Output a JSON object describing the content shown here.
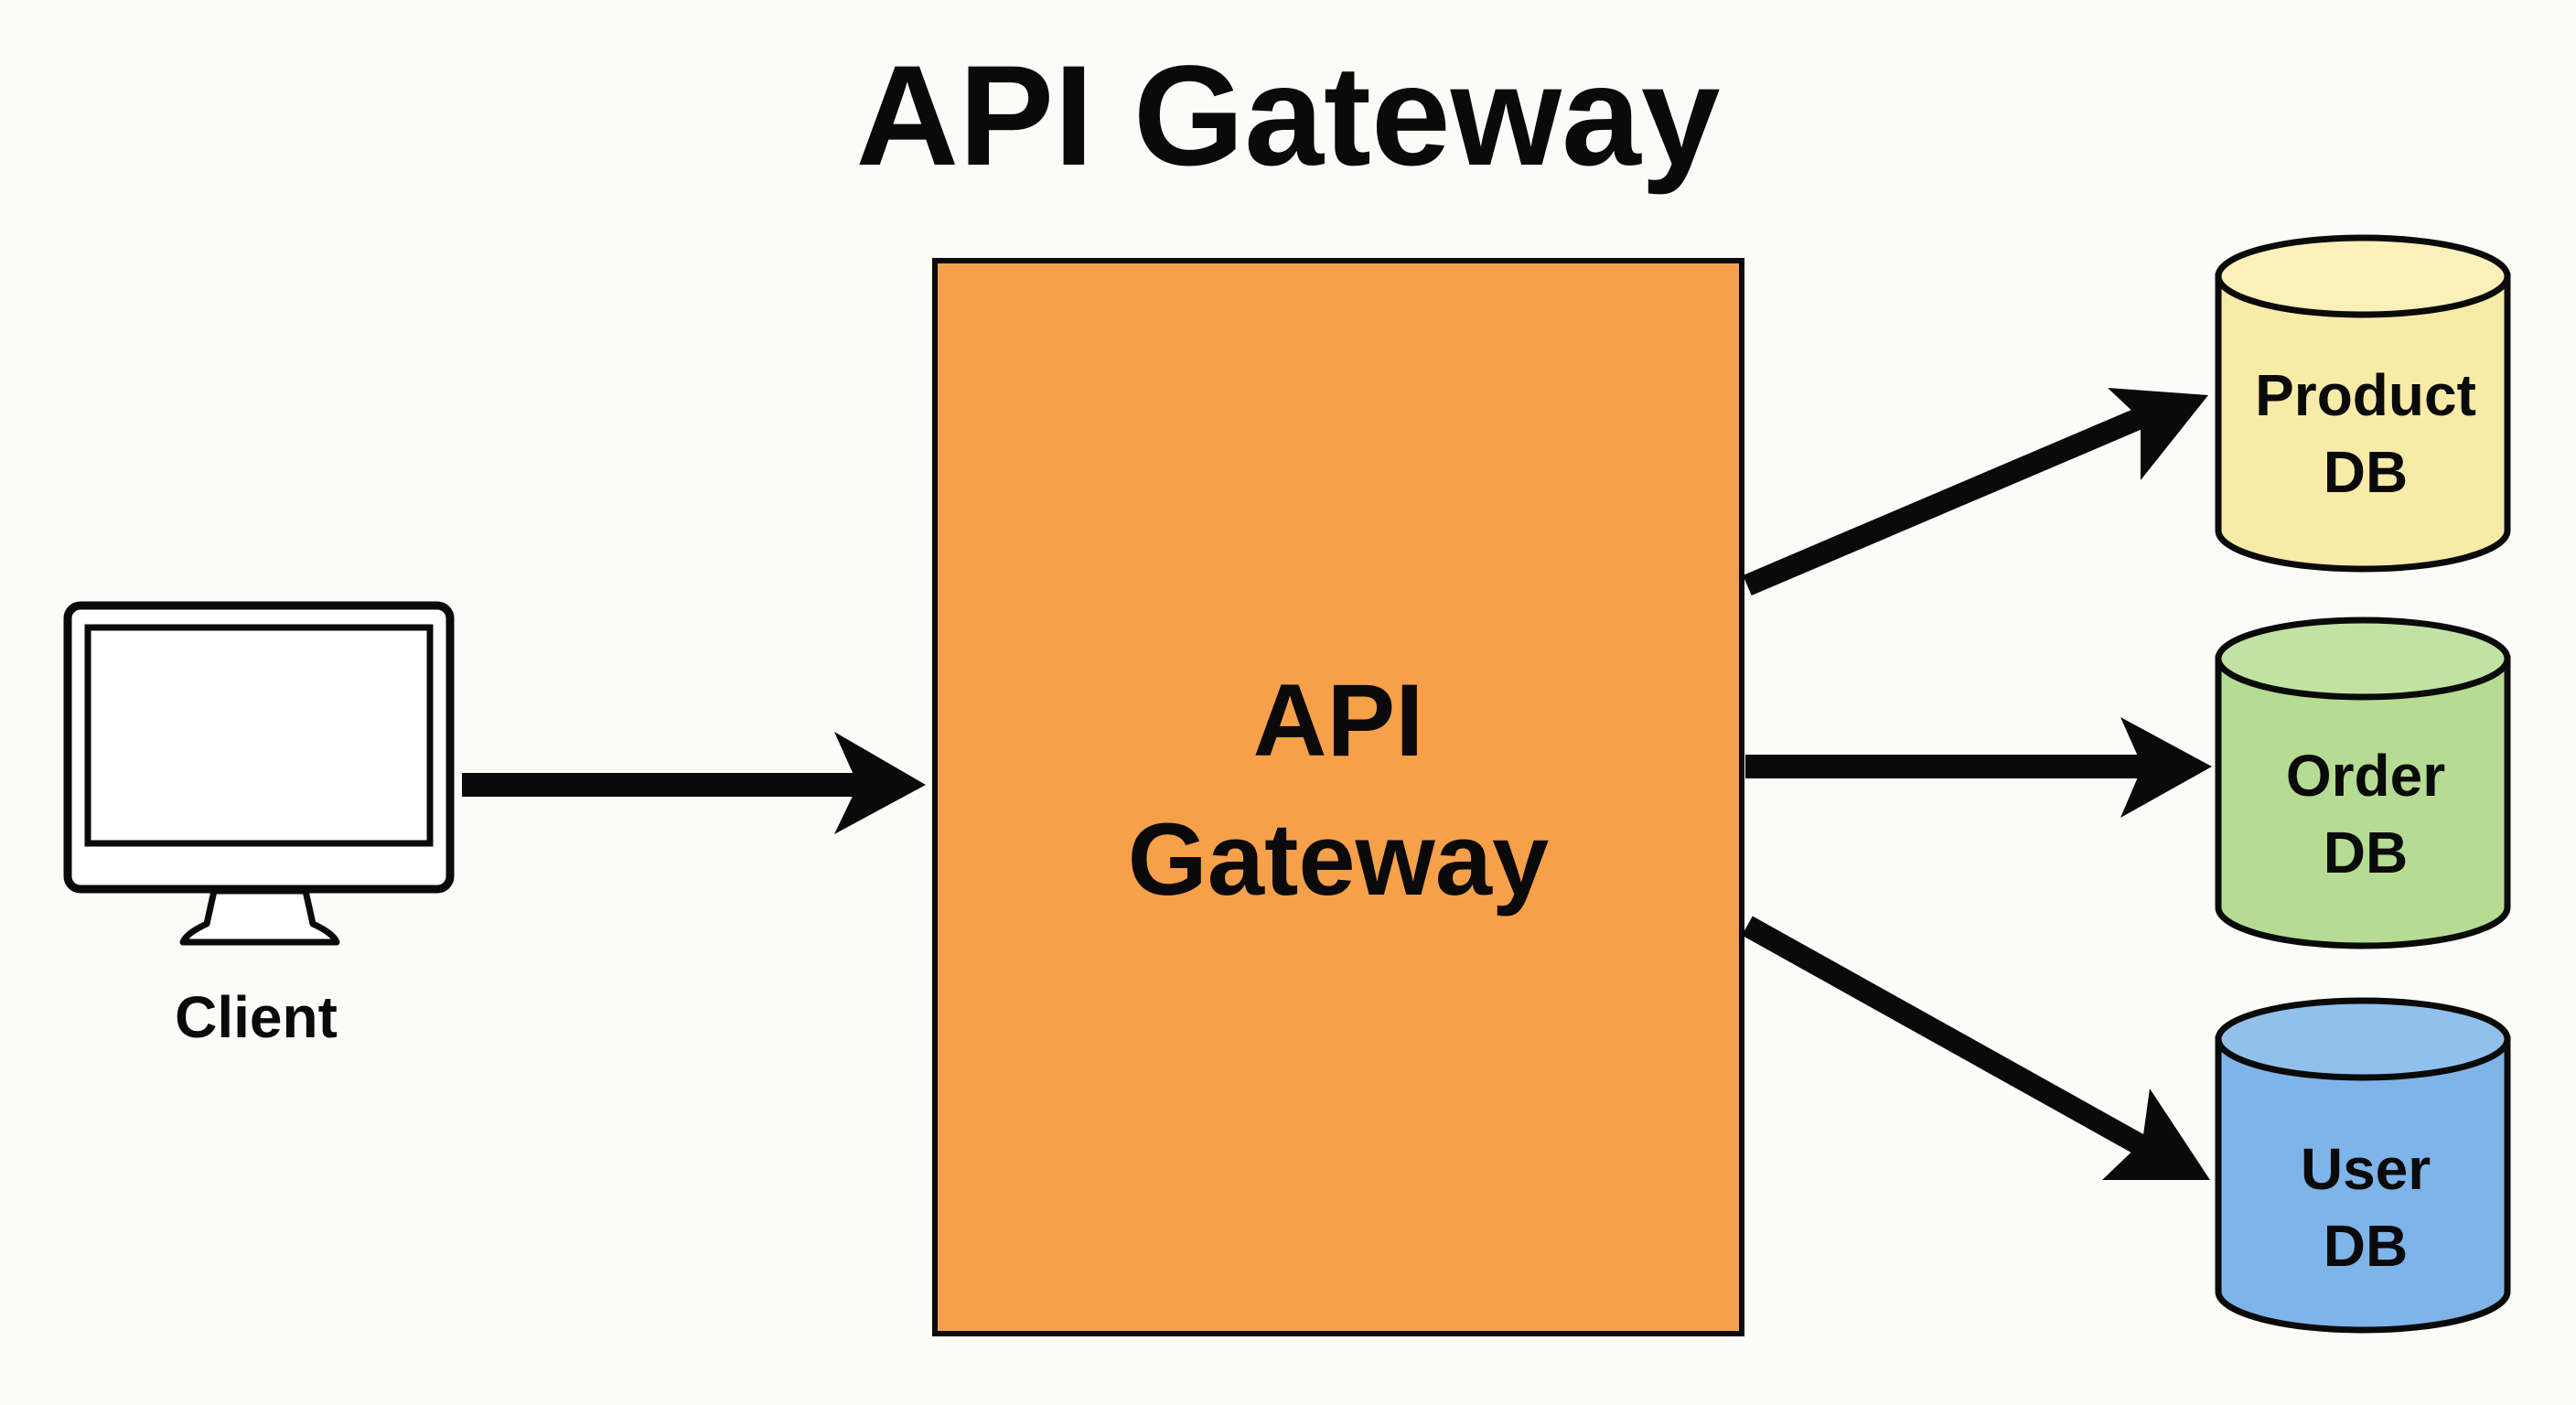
{
  "title": "API Gateway",
  "client": {
    "label": "Client",
    "icon": "monitor-icon"
  },
  "gateway": {
    "line1": "API",
    "line2": "Gateway",
    "color": "#f7a04a"
  },
  "databases": [
    {
      "id": "product",
      "line1": "Product",
      "line2": "DB",
      "color": "#f8eba8",
      "top_color": "#faf0b8",
      "icon": "database-icon"
    },
    {
      "id": "order",
      "line1": "Order",
      "line2": "DB",
      "color": "#b5dc92",
      "top_color": "#c2e2a3",
      "icon": "database-icon"
    },
    {
      "id": "user",
      "line1": "User",
      "line2": "DB",
      "color": "#7eb4e8",
      "top_color": "#91c0ec",
      "icon": "database-icon"
    }
  ],
  "connections": [
    {
      "from": "client",
      "to": "gateway"
    },
    {
      "from": "gateway",
      "to": "product"
    },
    {
      "from": "gateway",
      "to": "order"
    },
    {
      "from": "gateway",
      "to": "user"
    }
  ]
}
